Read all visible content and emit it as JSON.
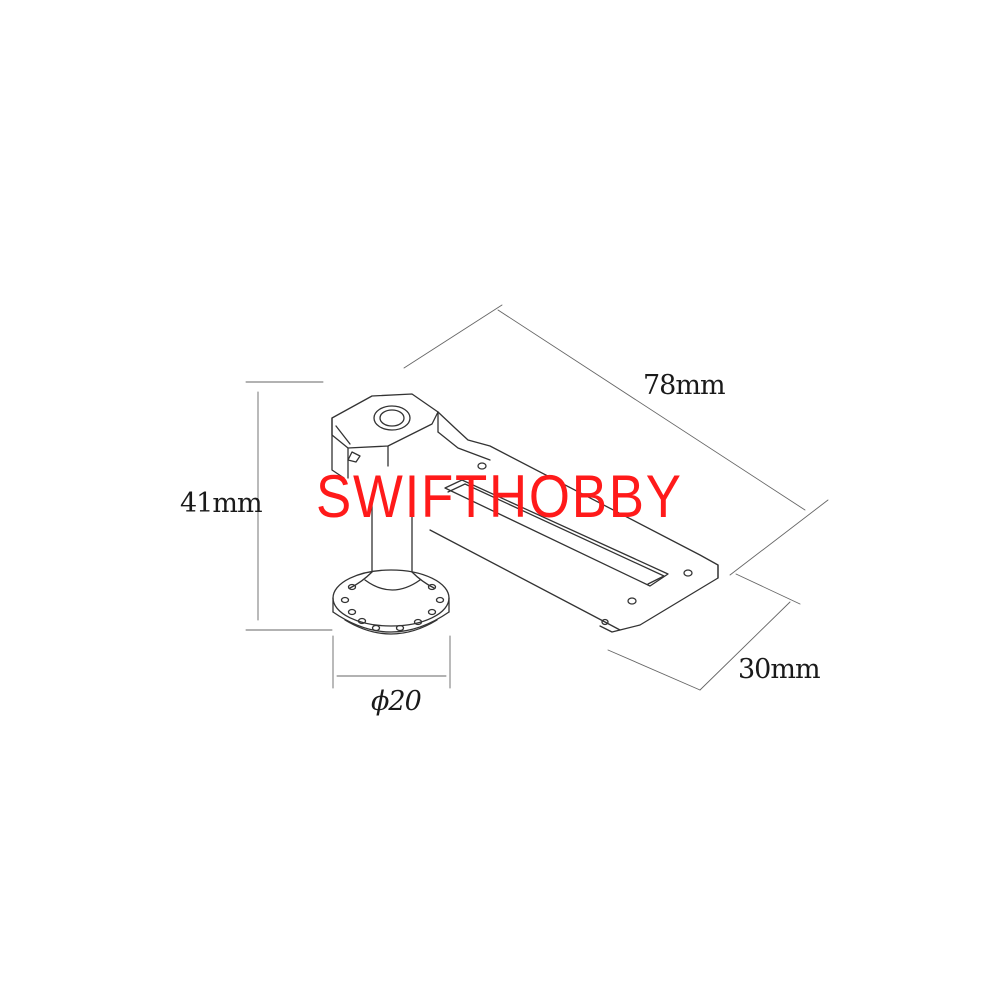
{
  "dimensions": {
    "length": "78mm",
    "height": "41mm",
    "width": "30mm",
    "diameter": "ϕ20"
  },
  "watermark": "SWIFTHOBBY",
  "colors": {
    "watermark": "#ff1a1a",
    "line": "#333333",
    "background": "#ffffff"
  }
}
